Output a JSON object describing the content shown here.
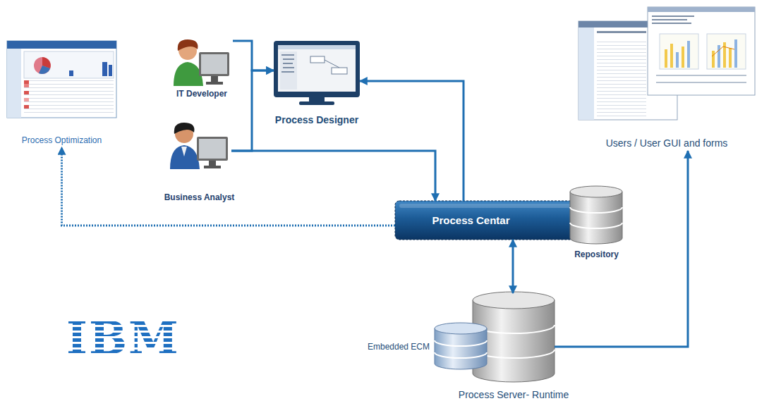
{
  "diagram": {
    "nodes": [
      {
        "text": [
          "Process Optimization"
        ]
      },
      {
        "text": [
          "IT Developer"
        ]
      },
      {
        "text": [
          "Business Analyst"
        ]
      },
      {
        "text": [
          "Process Designer"
        ]
      },
      {
        "text": [
          "Users / User GUI and forms"
        ]
      },
      {
        "text": [
          "Process Centar"
        ]
      },
      {
        "text": [
          "Repository"
        ]
      },
      {
        "text": [
          "Process Server- Runtime"
        ]
      },
      {
        "text": [
          "Embedded ECM"
        ]
      }
    ],
    "edges": [
      {
        "from": 1,
        "to": 3,
        "arrow": "to"
      },
      {
        "from": 2,
        "to": 3,
        "arrow": "to"
      },
      {
        "from": 2,
        "to": 5,
        "arrow": "to"
      },
      {
        "from": 5,
        "to": 3,
        "arrow": "to"
      },
      {
        "from": 5,
        "to": 0,
        "arrow": "to"
      },
      {
        "from": 5,
        "to": 7,
        "arrow": "both"
      },
      {
        "from": 7,
        "to": 4,
        "arrow": "to"
      }
    ],
    "labels": [
      "IBM"
    ]
  }
}
